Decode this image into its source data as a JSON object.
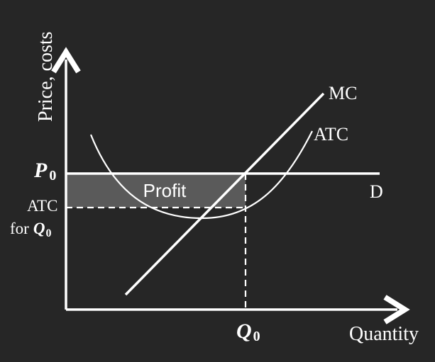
{
  "axes": {
    "y_label": "Price, costs",
    "x_label": "Quantity"
  },
  "curves": {
    "mc_label": "MC",
    "atc_label": "ATC",
    "demand_label": "D"
  },
  "levels": {
    "price_symbol": "P",
    "price_subscript": "0",
    "atc_level_line1": "ATC",
    "atc_level_line2_prefix": "for",
    "atc_level_symbol": "Q",
    "atc_level_subscript": "0"
  },
  "quantity": {
    "symbol": "Q",
    "subscript": "0"
  },
  "regions": {
    "profit_label": "Profit"
  },
  "colors": {
    "background": "#262626",
    "lines": "#ffffff",
    "profit_fill": "#5a5a5a"
  }
}
